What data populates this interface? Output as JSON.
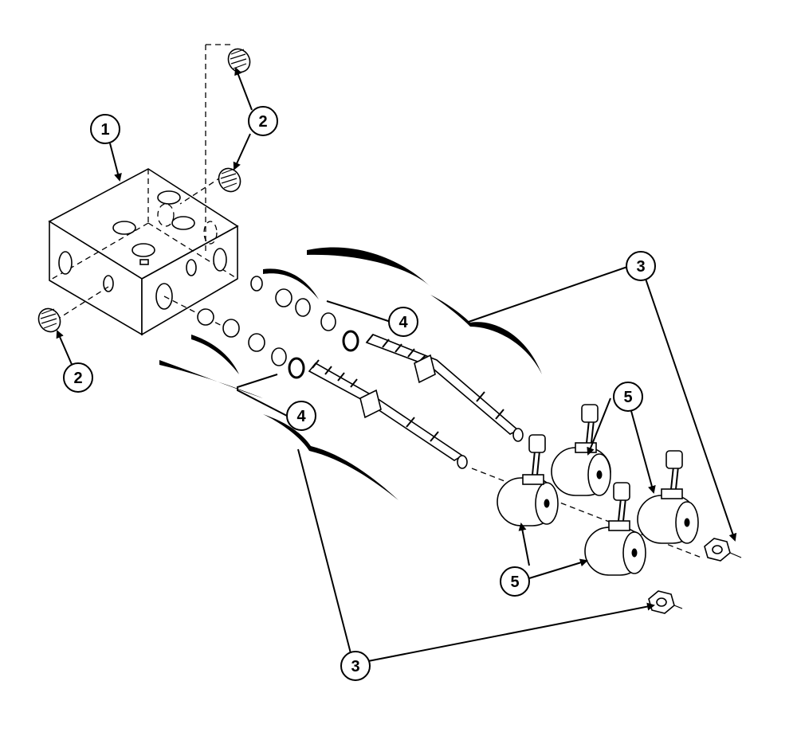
{
  "callouts": [
    {
      "label": "1"
    },
    {
      "label": "2"
    },
    {
      "label": "2"
    },
    {
      "label": "3"
    },
    {
      "label": "3"
    },
    {
      "label": "4"
    },
    {
      "label": "4"
    },
    {
      "label": "5"
    },
    {
      "label": "5"
    }
  ]
}
